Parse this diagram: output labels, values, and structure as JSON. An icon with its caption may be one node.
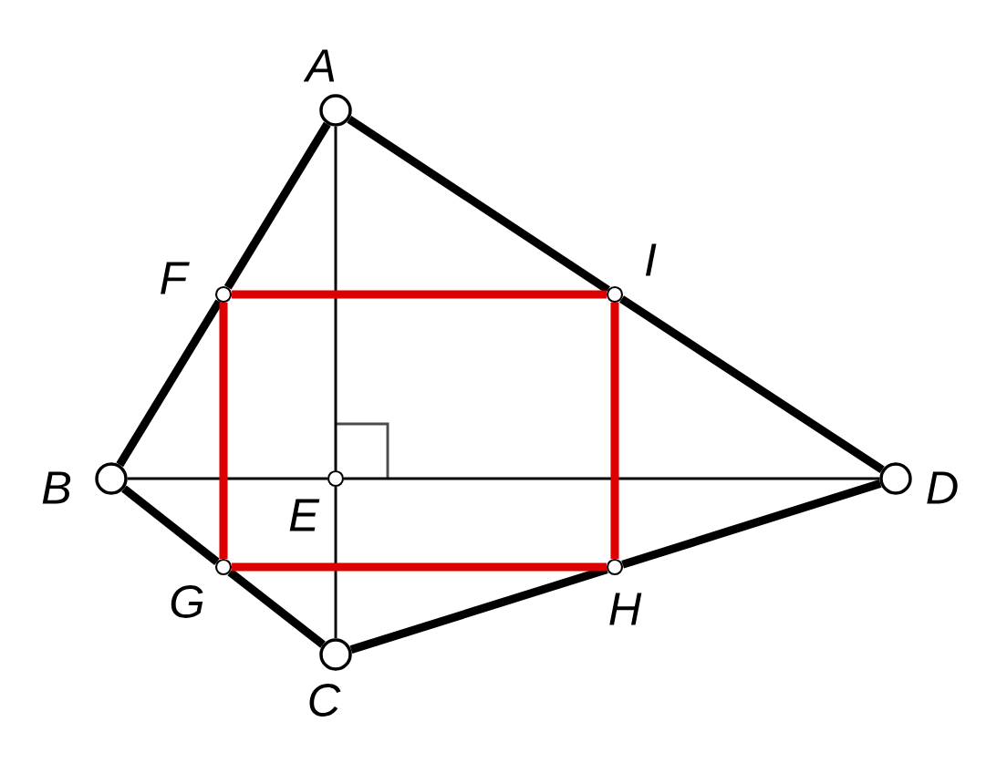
{
  "diagram": {
    "nodes": [
      {
        "text": [
          "A"
        ]
      },
      {
        "text": [
          "B"
        ]
      },
      {
        "text": [
          "C"
        ]
      },
      {
        "text": [
          "D"
        ]
      },
      {
        "text": [
          "E"
        ]
      },
      {
        "text": [
          "F"
        ]
      },
      {
        "text": [
          "G"
        ]
      },
      {
        "text": [
          "H"
        ]
      },
      {
        "text": [
          "I"
        ]
      }
    ],
    "edges": [
      {
        "from": 0,
        "to": 5,
        "arrow": "none"
      },
      {
        "from": 5,
        "to": 1,
        "arrow": "none"
      },
      {
        "from": 0,
        "to": 8,
        "arrow": "none"
      },
      {
        "from": 8,
        "to": 3,
        "arrow": "none"
      },
      {
        "from": 1,
        "to": 6,
        "arrow": "none"
      },
      {
        "from": 6,
        "to": 2,
        "arrow": "none"
      },
      {
        "from": 2,
        "to": 7,
        "arrow": "none"
      },
      {
        "from": 7,
        "to": 3,
        "arrow": "none"
      },
      {
        "from": 0,
        "to": 4,
        "arrow": "none"
      },
      {
        "from": 4,
        "to": 2,
        "arrow": "none"
      },
      {
        "from": 1,
        "to": 4,
        "arrow": "none"
      },
      {
        "from": 4,
        "to": 3,
        "arrow": "none"
      },
      {
        "from": 5,
        "to": 8,
        "arrow": "none",
        "color": "#dd0000"
      },
      {
        "from": 8,
        "to": 7,
        "arrow": "none",
        "color": "#dd0000"
      },
      {
        "from": 7,
        "to": 6,
        "arrow": "none",
        "color": "#dd0000"
      },
      {
        "from": 6,
        "to": 5,
        "arrow": "none",
        "color": "#dd0000"
      }
    ]
  }
}
